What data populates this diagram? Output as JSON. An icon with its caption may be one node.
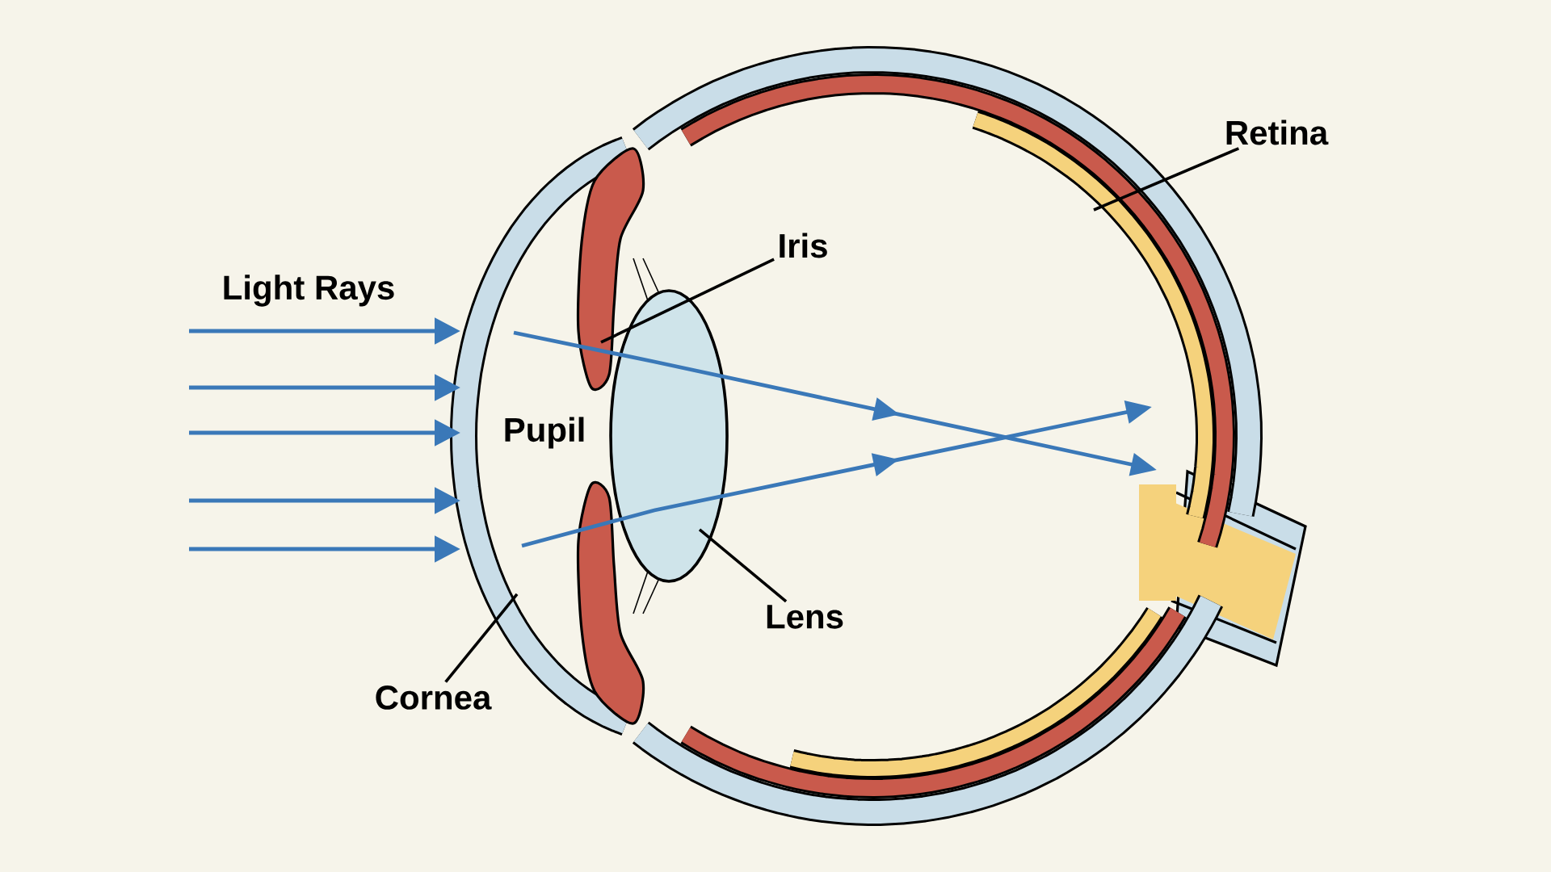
{
  "diagram": {
    "nodes": [
      {
        "text": [
          "Iris"
        ]
      },
      {
        "text": [
          "Retina"
        ]
      },
      {
        "text": [
          "Lens"
        ]
      },
      {
        "text": [
          "Cornea"
        ]
      }
    ],
    "edges": [
      {
        "from": 0,
        "to": null,
        "arrow": "none"
      },
      {
        "from": 1,
        "to": null,
        "arrow": "none"
      },
      {
        "from": 2,
        "to": null,
        "arrow": "none"
      },
      {
        "from": 3,
        "to": null,
        "arrow": "none"
      }
    ],
    "labels": [
      "Light Rays",
      "Pupil"
    ]
  }
}
